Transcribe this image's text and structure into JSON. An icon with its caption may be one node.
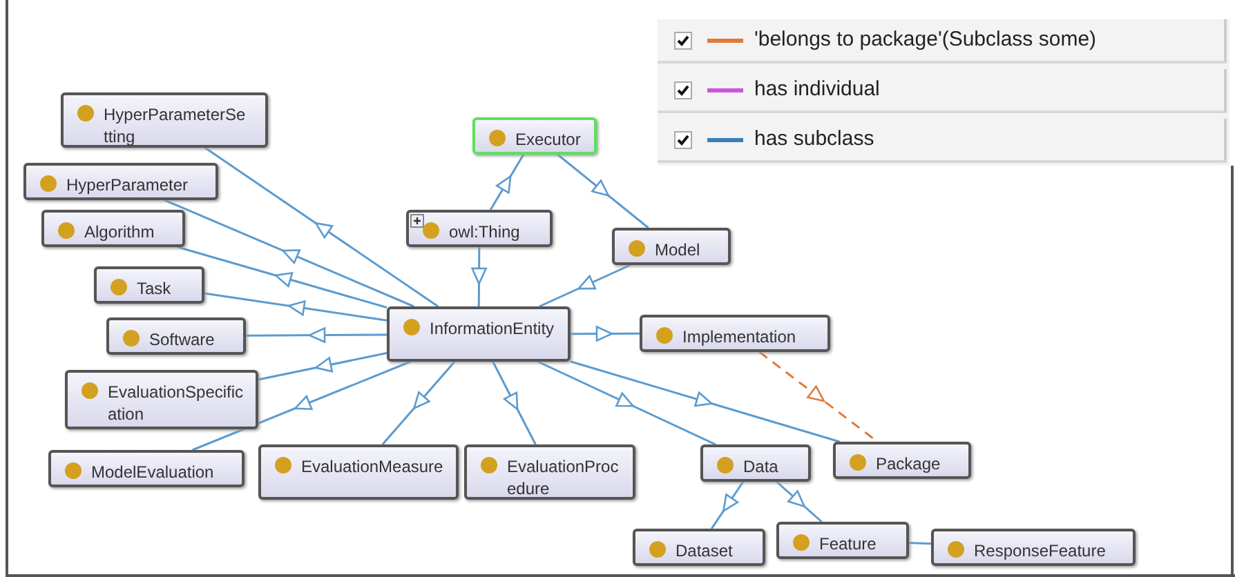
{
  "diagram": {
    "nodes": [
      {
        "text": [
          "HyperParameterSetting"
        ]
      },
      {
        "text": [
          "HyperParameter"
        ]
      },
      {
        "text": [
          "Algorithm"
        ]
      },
      {
        "text": [
          "Task"
        ]
      },
      {
        "text": [
          "Software"
        ]
      },
      {
        "text": [
          "EvaluationSpecification"
        ]
      },
      {
        "text": [
          "ModelEvaluation"
        ]
      },
      {
        "text": [
          "EvaluationMeasure"
        ]
      },
      {
        "text": [
          "EvaluationProcedure"
        ]
      },
      {
        "text": [
          "Executor"
        ]
      },
      {
        "text": [
          "owl:Thing"
        ]
      },
      {
        "text": [
          "Model"
        ]
      },
      {
        "text": [
          "InformationEntity"
        ]
      },
      {
        "text": [
          "Implementation"
        ]
      },
      {
        "text": [
          "Data"
        ]
      },
      {
        "text": [
          "Package"
        ]
      },
      {
        "text": [
          "Dataset"
        ]
      },
      {
        "text": [
          "Feature"
        ]
      },
      {
        "text": [
          "ResponseFeature"
        ]
      }
    ],
    "edges": [
      {
        "from": 12,
        "to": 0,
        "arrow": "to"
      },
      {
        "from": 12,
        "to": 1,
        "arrow": "to"
      },
      {
        "from": 12,
        "to": 2,
        "arrow": "to"
      },
      {
        "from": 12,
        "to": 3,
        "arrow": "to"
      },
      {
        "from": 12,
        "to": 4,
        "arrow": "to"
      },
      {
        "from": 12,
        "to": 5,
        "arrow": "to"
      },
      {
        "from": 12,
        "to": 6,
        "arrow": "to"
      },
      {
        "from": 12,
        "to": 7,
        "arrow": "to"
      },
      {
        "from": 12,
        "to": 8,
        "arrow": "to"
      },
      {
        "from": 10,
        "to": 9,
        "arrow": "to"
      },
      {
        "from": 9,
        "to": 11,
        "arrow": "to"
      },
      {
        "from": 10,
        "to": 12,
        "arrow": "to"
      },
      {
        "from": 11,
        "to": 12,
        "arrow": "to"
      },
      {
        "from": 12,
        "to": 13,
        "arrow": "to"
      },
      {
        "from": 12,
        "to": 14,
        "arrow": "to"
      },
      {
        "from": 12,
        "to": 15,
        "arrow": "to"
      },
      {
        "from": 13,
        "to": 15,
        "arrow": "to",
        "style": "dashed",
        "color": "#e07b39"
      },
      {
        "from": 14,
        "to": 16,
        "arrow": "to"
      },
      {
        "from": 14,
        "to": 17,
        "arrow": "to"
      },
      {
        "from": 17,
        "to": 18,
        "arrow": "none"
      }
    ],
    "legend": [
      {
        "text": "'belongs to package'(Subclass some)"
      },
      {
        "text": "has individual"
      },
      {
        "text": "has subclass"
      }
    ]
  }
}
